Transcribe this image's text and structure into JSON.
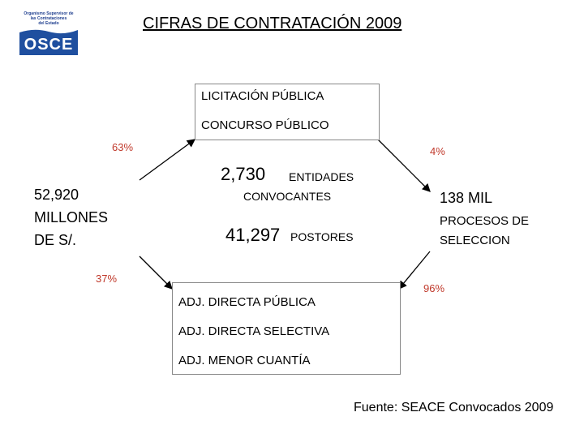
{
  "logo": {
    "subtitle_line1": "Organismo Supervisor de",
    "subtitle_line2": "las Contrataciones",
    "subtitle_line3": "del Estado",
    "brand": "OSCE",
    "color": "#1f4f9f"
  },
  "title": "CIFRAS DE CONTRATACIÓN 2009",
  "top_box": {
    "items": [
      "LICITACIÓN PÚBLICA",
      "CONCURSO PÚBLICO"
    ]
  },
  "bottom_box": {
    "items": [
      "ADJ. DIRECTA PÚBLICA",
      "ADJ. DIRECTA SELECTIVA",
      "ADJ. MENOR CUANTÍA"
    ]
  },
  "left": {
    "amount": "52,920",
    "line2": "MILLONES",
    "line3": "DE S/."
  },
  "right": {
    "amount": "138 MIL",
    "line2": "PROCESOS DE",
    "line3": "SELECCION"
  },
  "center": {
    "entidades_value": "2,730",
    "entidades_label": "ENTIDADES",
    "entidades_label2": "CONVOCANTES",
    "postores_value": "41,297",
    "postores_label": "POSTORES"
  },
  "percentages": {
    "top_left": "63%",
    "bottom_left": "37%",
    "top_right": "4%",
    "bottom_right": "96%",
    "color": "#c0392b"
  },
  "source": "Fuente: SEACE Convocados 2009"
}
